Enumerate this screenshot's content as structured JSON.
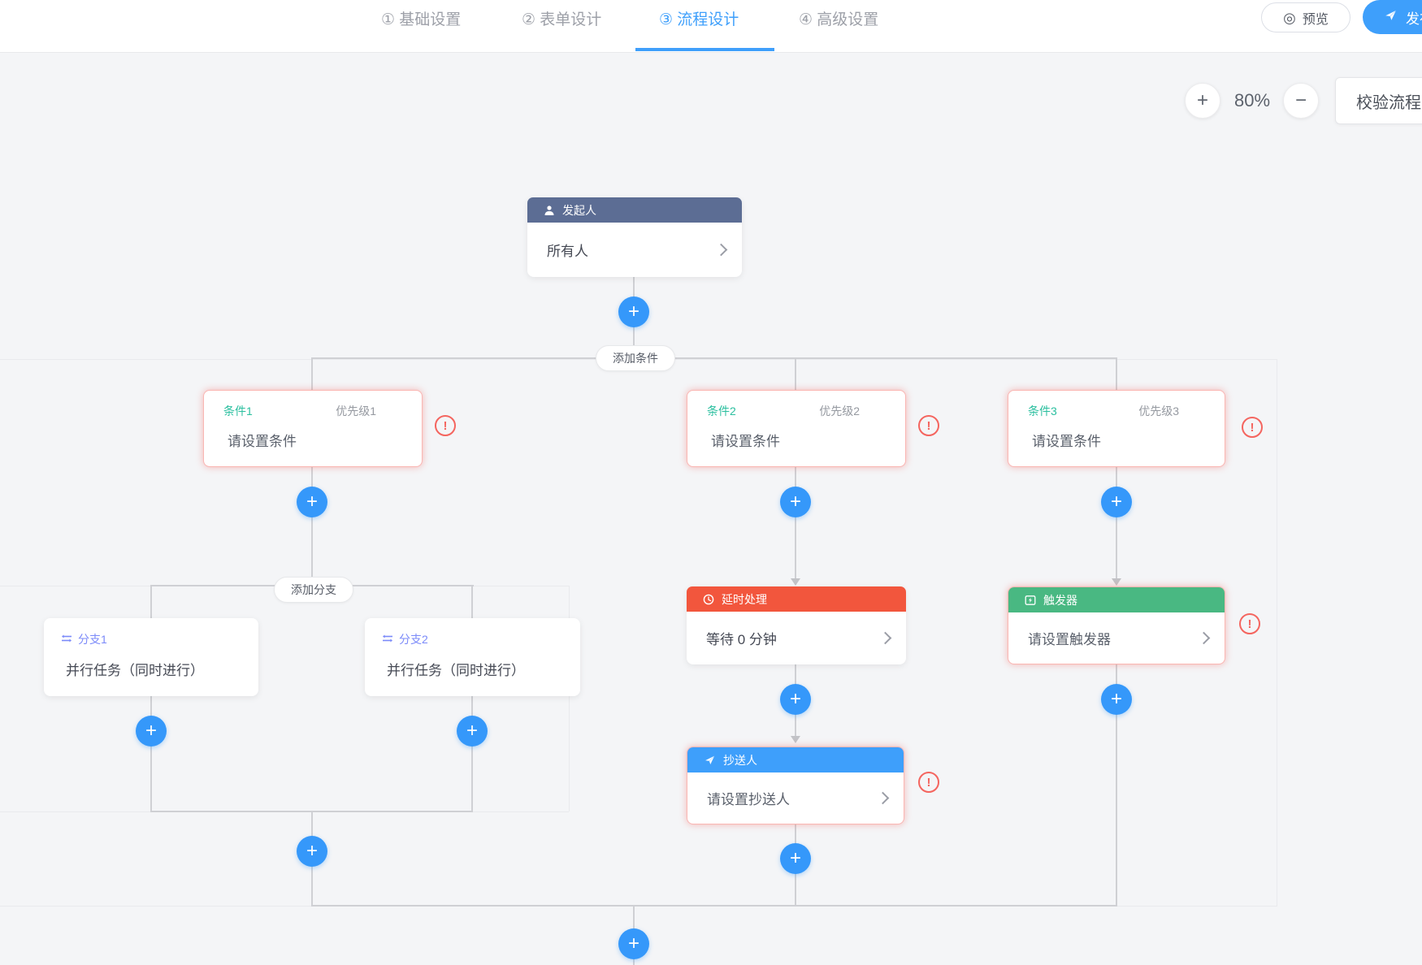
{
  "nav": {
    "tabs": [
      {
        "label": "① 基础设置"
      },
      {
        "label": "② 表单设计"
      },
      {
        "label": "③ 流程设计"
      },
      {
        "label": "④ 高级设置"
      }
    ],
    "active_tab": "③ 流程设计",
    "preview_icon": "◎",
    "preview_label": "预览",
    "publish_label": "发布"
  },
  "toolbar": {
    "zoom_in": "+",
    "zoom_out": "−",
    "zoom_level": "80%",
    "validate_label": "校验流程"
  },
  "flow": {
    "plus": "+",
    "warning": "!",
    "initiator": {
      "title": "发起人",
      "value": "所有人"
    },
    "add_condition_label": "添加条件",
    "add_branch_label": "添加分支",
    "conditions": [
      {
        "name": "条件1",
        "priority": "优先级1",
        "value": "请设置条件"
      },
      {
        "name": "条件2",
        "priority": "优先级2",
        "value": "请设置条件"
      },
      {
        "name": "条件3",
        "priority": "优先级3",
        "value": "请设置条件"
      }
    ],
    "branches": [
      {
        "name": "分支1",
        "value": "并行任务（同时进行）"
      },
      {
        "name": "分支2",
        "value": "并行任务（同时进行）"
      }
    ],
    "delay": {
      "title": "延时处理",
      "value": "等待 0 分钟"
    },
    "trigger": {
      "title": "触发器",
      "value": "请设置触发器"
    },
    "cc": {
      "title": "抄送人",
      "value": "请设置抄送人"
    }
  },
  "colors": {
    "accent_blue": "#3E9FFB",
    "plus_blue": "#3598FA",
    "initiator_header": "#5C6D94",
    "delay_header": "#F2563D",
    "trigger_header": "#49B882",
    "cc_header": "#3E9FFB",
    "condition_name_teal": "#2BBF9F",
    "branch_name_indigo": "#7B8AF9",
    "warning_red": "#F4655F",
    "connector_gray": "#CFD0D4",
    "canvas_bg": "#F4F5F7"
  }
}
